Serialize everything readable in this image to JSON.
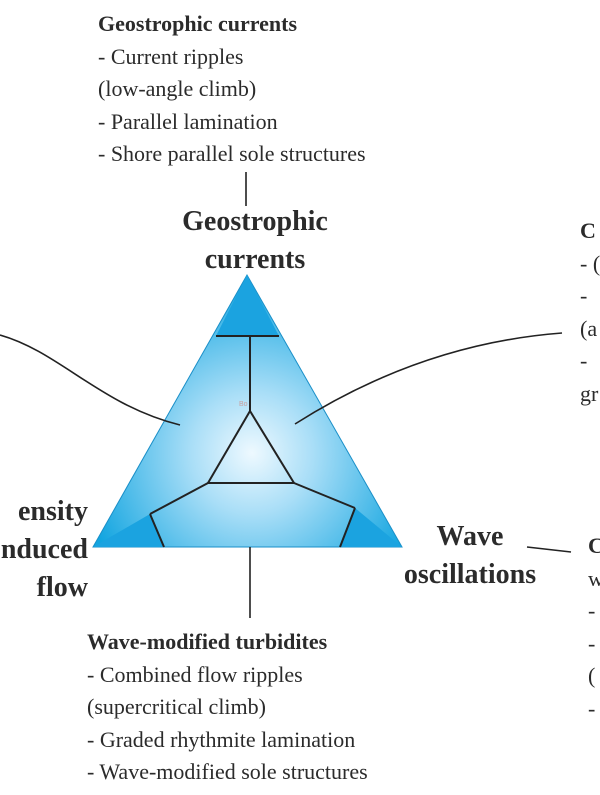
{
  "top_block": {
    "heading": "Geostrophic currents",
    "lines": [
      "- Current ripples",
      "(low-angle climb)",
      "- Parallel lamination",
      "- Shore parallel sole structures"
    ]
  },
  "bottom_block": {
    "heading": "Wave-modified turbidites",
    "lines": [
      "- Combined flow ripples",
      "(supercritical climb)",
      "- Graded rhythmite lamination",
      "- Wave-modified sole structures"
    ]
  },
  "right_upper_block": {
    "heading": "C",
    "lines": [
      "- (",
      "- ",
      "(a",
      "- ",
      "gr"
    ]
  },
  "right_lower_block": {
    "heading": "C",
    "lines": [
      "w",
      "- ",
      "- ",
      "(",
      "- "
    ]
  },
  "vertex_labels": {
    "top": [
      "Geostrophic",
      "currents"
    ],
    "left": [
      "ensity",
      "nduced",
      "flow"
    ],
    "right": [
      "Wave",
      "oscillations"
    ]
  },
  "watermark": "Bo",
  "colors": {
    "triangle_edge": "#12a5e0",
    "triangle_center": "#eef9ff",
    "lines": "#222222",
    "text": "#2b2b2b"
  }
}
